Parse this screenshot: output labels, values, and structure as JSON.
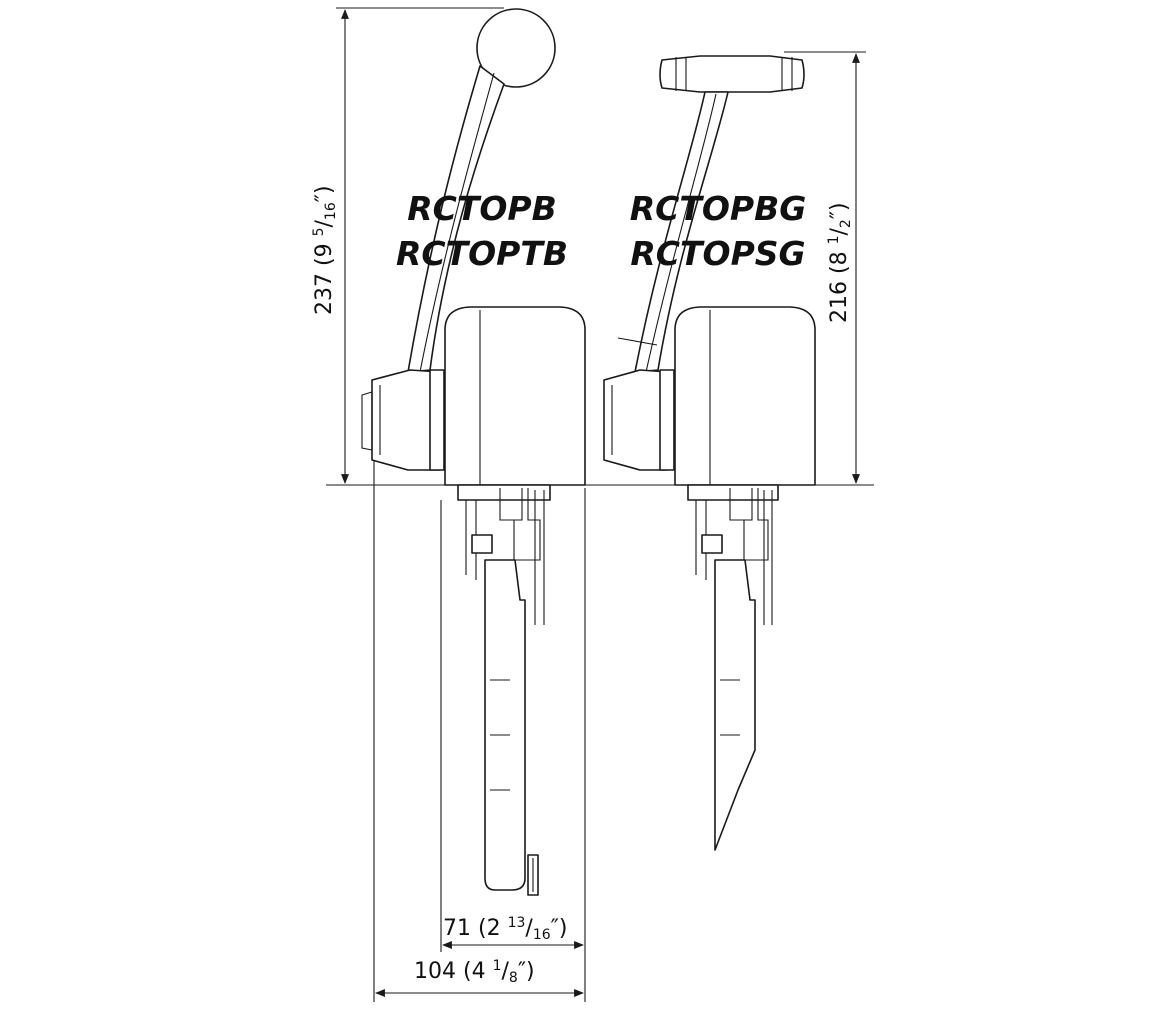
{
  "models": {
    "left": [
      "RCTOPB",
      "RCTOPTB"
    ],
    "right": [
      "RCTOPBG",
      "RCTOPSG"
    ]
  },
  "dimensions": {
    "height_left": {
      "mm": "237",
      "open": " (9 ",
      "num": "5",
      "slash": "/",
      "den": "16",
      "close": "″)"
    },
    "height_right": {
      "mm": "216",
      "open": " (8 ",
      "num": "1",
      "slash": "/",
      "den": "2",
      "close": "″)"
    },
    "width_inner": {
      "mm": "71",
      "open": " (2 ",
      "num": "13",
      "slash": "/",
      "den": "16",
      "close": "″)"
    },
    "width_outer": {
      "mm": "104",
      "open": " (4 ",
      "num": "1",
      "slash": "/",
      "den": "8",
      "close": "″)"
    }
  }
}
